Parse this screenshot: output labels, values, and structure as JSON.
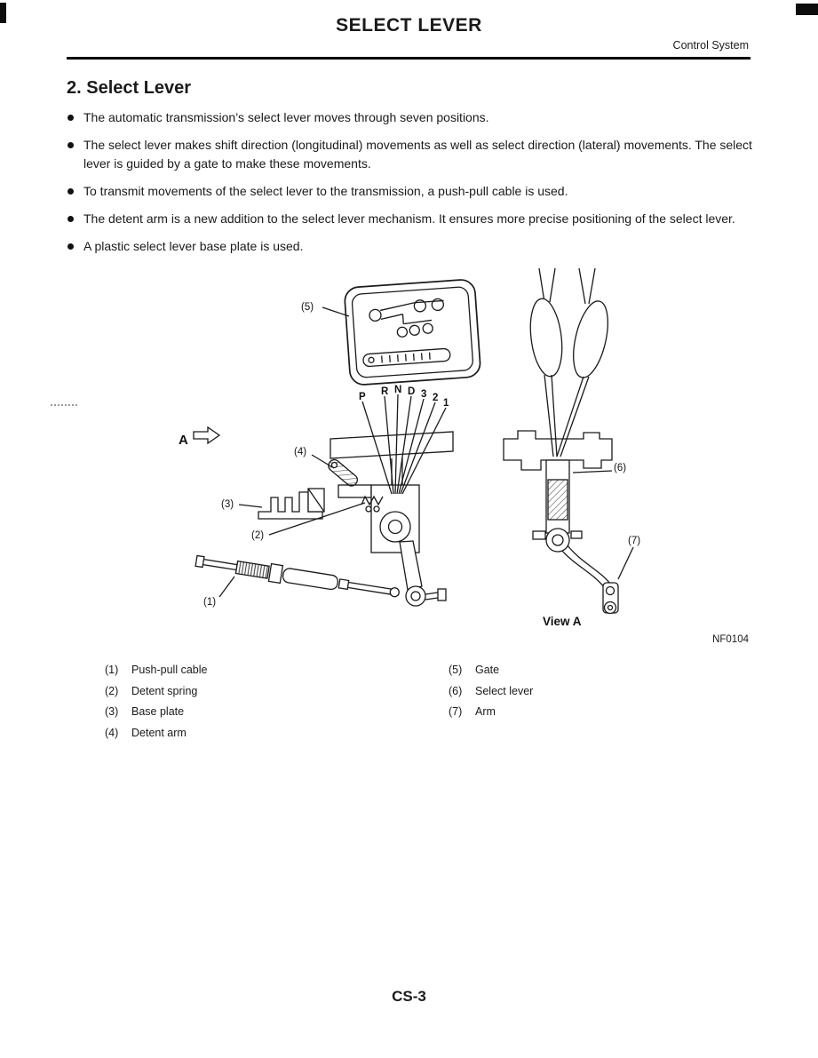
{
  "header": {
    "title": "SELECT LEVER",
    "subtitle": "Control System"
  },
  "section": {
    "title": "2. Select Lever",
    "bullets": [
      "The automatic transmission’s select lever moves through seven positions.",
      "The select lever makes shift direction (longitudinal) movements as well as select direction (lateral) movements. The select lever is guided by a gate to make these movements.",
      "To transmit movements of the select lever to the transmission, a push-pull cable is used.",
      "The detent arm is a new addition to the select lever mechanism. It ensures more precise positioning of the select lever.",
      "A plastic select lever base plate is used."
    ]
  },
  "figure": {
    "gate_positions": [
      "P",
      "R",
      "N",
      "D",
      "3",
      "2",
      "1"
    ],
    "callouts": {
      "c1": "(1)",
      "c2": "(2)",
      "c3": "(3)",
      "c4": "(4)",
      "c5": "(5)",
      "c6": "(6)",
      "c7": "(7)"
    },
    "view_arrow_label": "A",
    "view_a_label": "View A",
    "figure_code": "NF0104"
  },
  "legend": {
    "left": [
      {
        "num": "(1)",
        "label": "Push-pull cable"
      },
      {
        "num": "(2)",
        "label": "Detent spring"
      },
      {
        "num": "(3)",
        "label": "Base plate"
      },
      {
        "num": "(4)",
        "label": "Detent arm"
      }
    ],
    "right": [
      {
        "num": "(5)",
        "label": "Gate"
      },
      {
        "num": "(6)",
        "label": "Select lever"
      },
      {
        "num": "(7)",
        "label": "Arm"
      }
    ]
  },
  "footer": {
    "page_number": "CS-3"
  }
}
